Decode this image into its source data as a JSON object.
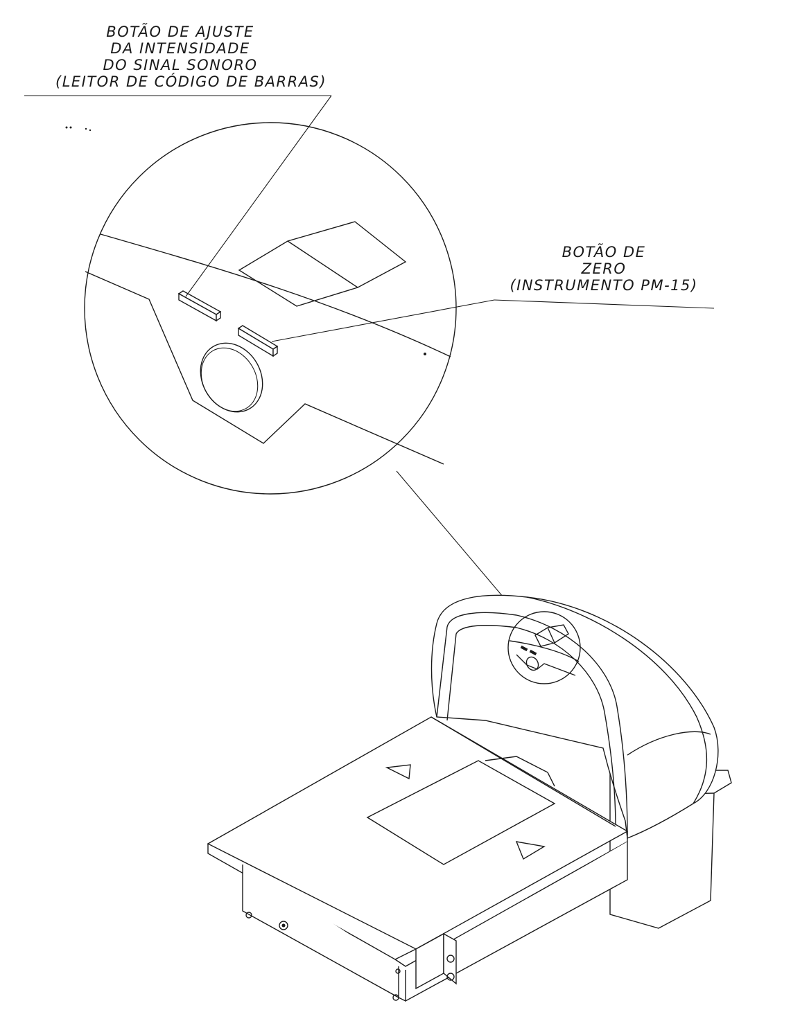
{
  "labels": {
    "volume_button": {
      "lines": [
        "BOTÃO DE AJUSTE",
        "DA INTENSIDADE",
        "DO SINAL SONORO",
        "(LEITOR DE CÓDIGO DE BARRAS)"
      ]
    },
    "zero_button": {
      "lines": [
        "BOTÃO DE",
        "ZERO",
        "(INSTRUMENTO PM-15)"
      ]
    }
  }
}
